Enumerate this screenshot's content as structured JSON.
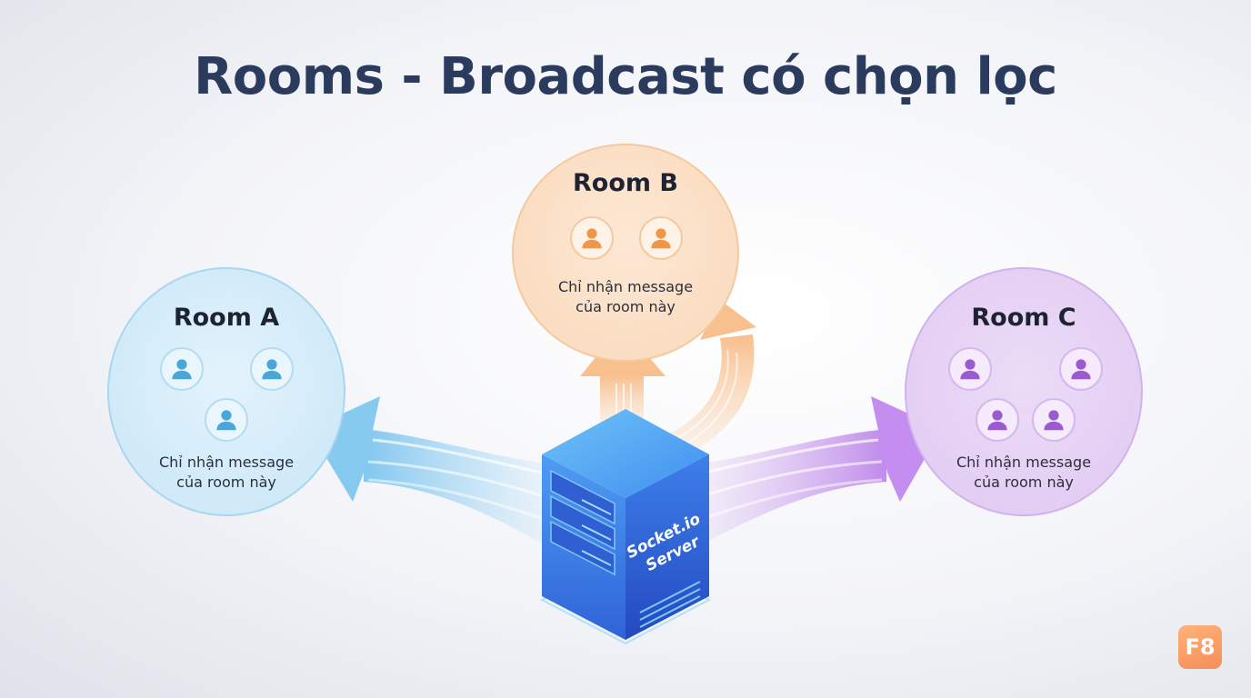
{
  "title": "Rooms - Broadcast có chọn lọc",
  "server": {
    "line1": "Socket.io",
    "line2": "Server"
  },
  "rooms": [
    {
      "name": "Room A",
      "users": 3,
      "note_line1": "Chỉ nhận message",
      "note_line2": "của room này",
      "color": "#4aa6d8"
    },
    {
      "name": "Room B",
      "users": 2,
      "note_line1": "Chỉ nhận message",
      "note_line2": "của room này",
      "color": "#f0964a"
    },
    {
      "name": "Room C",
      "users": 4,
      "note_line1": "Chỉ nhận message",
      "note_line2": "của room này",
      "color": "#9a5bd0"
    }
  ],
  "icons": {
    "user": "user-icon",
    "server": "server-icon"
  },
  "logo": {
    "text": "F8",
    "color": "#f7935a"
  }
}
